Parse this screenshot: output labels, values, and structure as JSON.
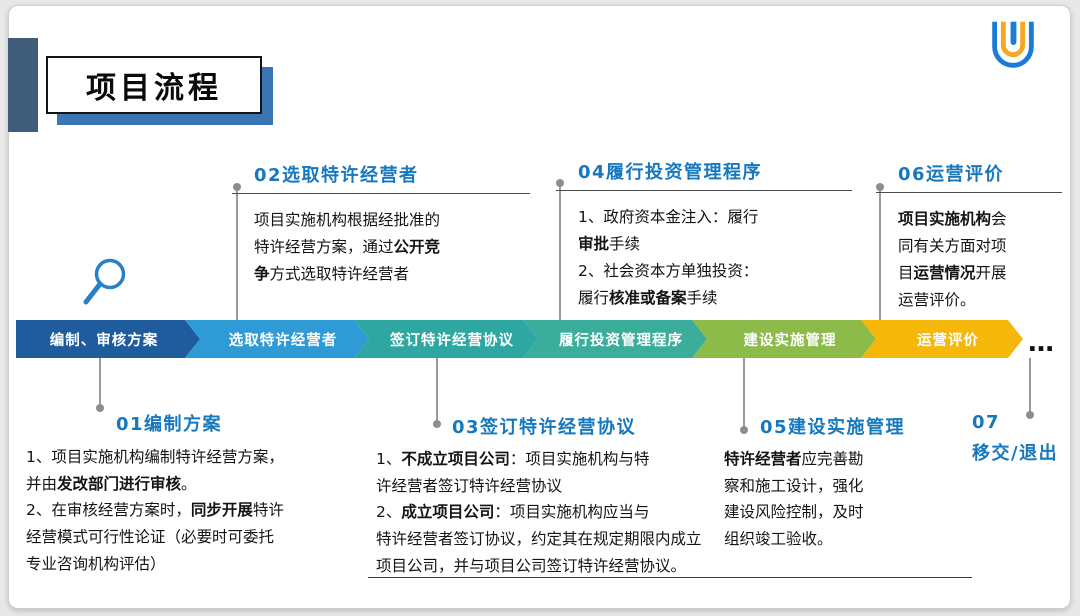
{
  "title": {
    "text": "项目流程"
  },
  "logo": {
    "primary_color": "#1B7BD8",
    "accent_color": "#F5A623"
  },
  "flow": {
    "steps": [
      {
        "label": "编制、审核方案",
        "color": "#1E5C9E"
      },
      {
        "label": "选取特许经营者",
        "color": "#2E9BD6"
      },
      {
        "label": "签订特许经营协议",
        "color": "#2EA7A3"
      },
      {
        "label": "履行投资管理程序",
        "color": "#3BAD9B"
      },
      {
        "label": "建设实施管理",
        "color": "#8CBB4A"
      },
      {
        "label": "运营评价",
        "color": "#F6B70B"
      }
    ],
    "ellipsis": "…"
  },
  "colors": {
    "heading_blue": "#1678BE",
    "accent_bar": "#3F5D7A",
    "title_shadow": "#3A76B4"
  },
  "sections": {
    "s01": {
      "heading": "01编制方案",
      "body": [
        {
          "t": "1、项目实施机构编制特许经营方案，\n并由"
        },
        {
          "t": "发改部门进行审核",
          "b": true
        },
        {
          "t": "。\n2、在审核经营方案时，"
        },
        {
          "t": "同步开展",
          "b": true
        },
        {
          "t": "特许\n经营模式可行性论证（必要时可委托\n专业咨询机构评估）"
        }
      ]
    },
    "s02": {
      "heading": "02选取特许经营者",
      "body": [
        {
          "t": "项目实施机构根据经批准的\n特许经营方案，通过"
        },
        {
          "t": "公开竞\n争",
          "b": true
        },
        {
          "t": "方式选取特许经营者"
        }
      ]
    },
    "s03": {
      "heading": "03签订特许经营协议",
      "body": [
        {
          "t": "1、"
        },
        {
          "t": "不成立项目公司",
          "b": true
        },
        {
          "t": "：项目实施机构与特\n许经营者签订特许经营协议\n2、"
        },
        {
          "t": "成立项目公司",
          "b": true
        },
        {
          "t": "：项目实施机构应当与\n特许经营者签订协议，约定其在规定期限内成立\n项目公司，并与项目公司签订特许经营协议。"
        }
      ]
    },
    "s04": {
      "heading": "04履行投资管理程序",
      "body": [
        {
          "t": "1、政府资本金注入：履行\n"
        },
        {
          "t": "审批",
          "b": true
        },
        {
          "t": "手续\n2、社会资本方单独投资：\n履行"
        },
        {
          "t": "核准或备案",
          "b": true
        },
        {
          "t": "手续"
        }
      ]
    },
    "s05": {
      "heading": "05建设实施管理",
      "body": [
        {
          "t": "特许经营者",
          "b": true
        },
        {
          "t": "应完善勘\n察和施工设计，强化\n建设风险控制，及时\n组织竣工验收。"
        }
      ]
    },
    "s06": {
      "heading": "06运营评价",
      "body": [
        {
          "t": "项目实施机构",
          "b": true
        },
        {
          "t": "会\n同有关方面对项\n目"
        },
        {
          "t": "运营情况",
          "b": true
        },
        {
          "t": "开展\n运营评价。"
        }
      ]
    },
    "s07": {
      "number": "07",
      "label": "移交/退出"
    }
  }
}
